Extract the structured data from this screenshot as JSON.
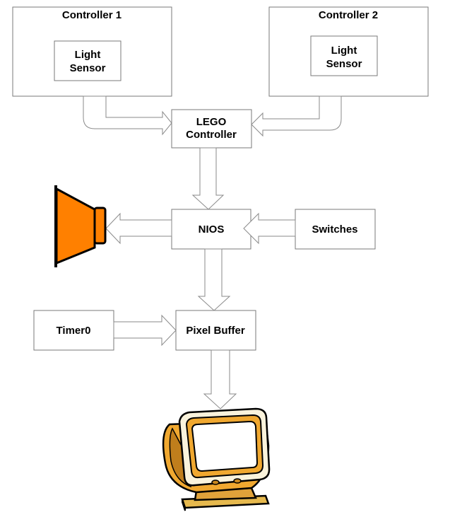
{
  "blocks": {
    "controller1": {
      "title": "Controller 1",
      "sensor_line1": "Light",
      "sensor_line2": "Sensor"
    },
    "controller2": {
      "title": "Controller 2",
      "sensor_line1": "Light",
      "sensor_line2": "Sensor"
    },
    "lego_controller": {
      "line1": "LEGO",
      "line2": "Controller"
    },
    "nios": {
      "label": "NIOS"
    },
    "switches": {
      "label": "Switches"
    },
    "timer0": {
      "label": "Timer0"
    },
    "pixel_buffer": {
      "label": "Pixel Buffer"
    }
  },
  "icons": {
    "speaker": {
      "name": "speaker-icon",
      "color": "#FF8000"
    },
    "monitor": {
      "name": "monitor-icon",
      "color": "#F0A830"
    }
  }
}
